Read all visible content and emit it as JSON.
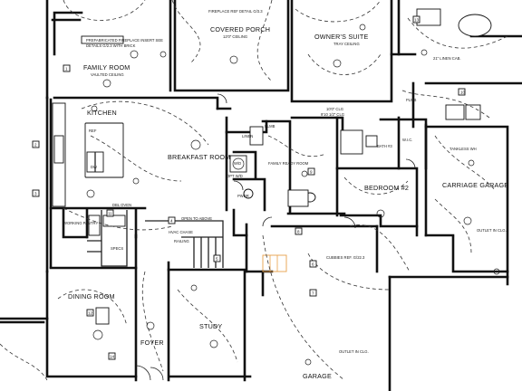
{
  "rooms": {
    "covered_porch": "COVERED PORCH",
    "owners_suite": "OWNER'S SUITE",
    "family_room": "FAMILY ROOM",
    "kitchen": "KITCHEN",
    "breakfast_room": "BREAKFAST ROOM",
    "bedroom_2": "BEDROOM #2",
    "carriage_garage": "CARRIAGE GARAGE",
    "dining_room": "DINING ROOM",
    "foyer": "FOYER",
    "study": "STUDY",
    "garage": "GARAGE",
    "linen": "LINEN",
    "family_ready_room": "FAMILY READY ROOM",
    "bath_3": "BATH #3",
    "working_pantry": "WORKING PANTRY"
  },
  "notes": {
    "fireplace_detail": "FIREPLACE REF DETAIL G/3.3",
    "porch_ceiling": "12'0\" CEILING",
    "tray_ceiling": "TRAY CEILING",
    "prefab_fireplace": "PREFABRICATED FIREPLACE INSERT SEE",
    "prefab_detail": "DETAILS G/2.3 WITH BRICK",
    "vaulted": "VAULTED CEILING",
    "linen_cab": "21\" LINEN CAB.",
    "tankless": "TANKLESS WH",
    "dbl_oven": "DBL OVEN",
    "open_above": "OPEN TO ABOVE",
    "hvac_chase": "HVAC CHASE",
    "railing": "RAILING",
    "outlet_clg_1": "OUTLET IN CLG.",
    "outlet_clg_2": "OUTLET IN CLG.",
    "cubbies": "CUBBIES REF. G/22.3",
    "plmb_1": "PLMB",
    "plmb_2": "PLMB",
    "wic": "W.I.C.",
    "wd": "W/D",
    "opt_wd": "OPT W/D",
    "pwdr": "PWDR",
    "ref": "REF",
    "dw": "DW",
    "specs": "SPECS",
    "ceiling_10": "10'0\" CLG",
    "ceiling_9": "9'10 1/2\" CLG"
  },
  "tags": [
    "1",
    "2",
    "3",
    "4",
    "5",
    "6",
    "7",
    "8",
    "9",
    "10",
    "11",
    "12",
    "13",
    "14"
  ],
  "colors": {
    "line": "#111111",
    "background": "#ffffff",
    "accent": "#e8a04a"
  }
}
